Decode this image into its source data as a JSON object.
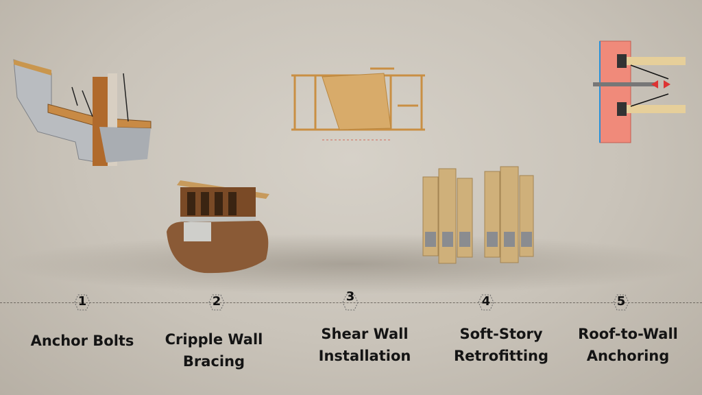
{
  "steps": [
    {
      "number": "1",
      "title": "Anchor Bolts"
    },
    {
      "number": "2",
      "title": "Cripple Wall Bracing"
    },
    {
      "number": "3",
      "title": "Shear Wall Installation"
    },
    {
      "number": "4",
      "title": "Soft-Story Retrofitting"
    },
    {
      "number": "5",
      "title": "Roof-to-Wall Anchoring"
    }
  ]
}
